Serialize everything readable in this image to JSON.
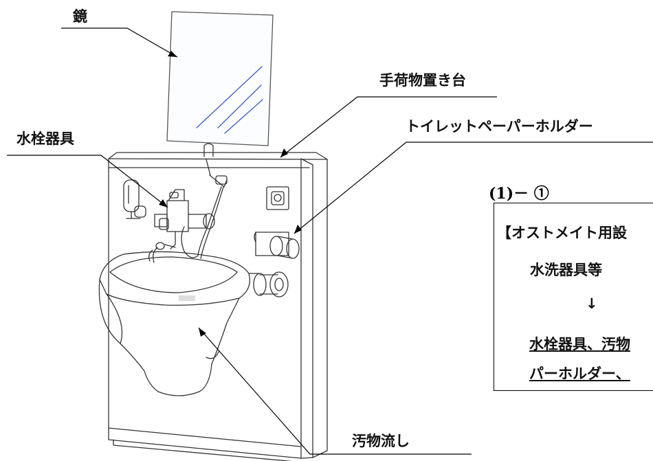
{
  "labels": {
    "mirror": "鏡",
    "shelf": "手荷物置き台",
    "paper_holder": "トイレットペーパーホルダー",
    "faucet": "水栓器具",
    "sink": "汚物流し"
  },
  "section": {
    "number": "(1)－ ①"
  },
  "spec_box": {
    "title": "【オストメイト用設",
    "old_term": "水洗器具等",
    "arrow": "↓",
    "new_line1": "水栓器具、汚物",
    "new_line2": "パーホルダー、"
  }
}
